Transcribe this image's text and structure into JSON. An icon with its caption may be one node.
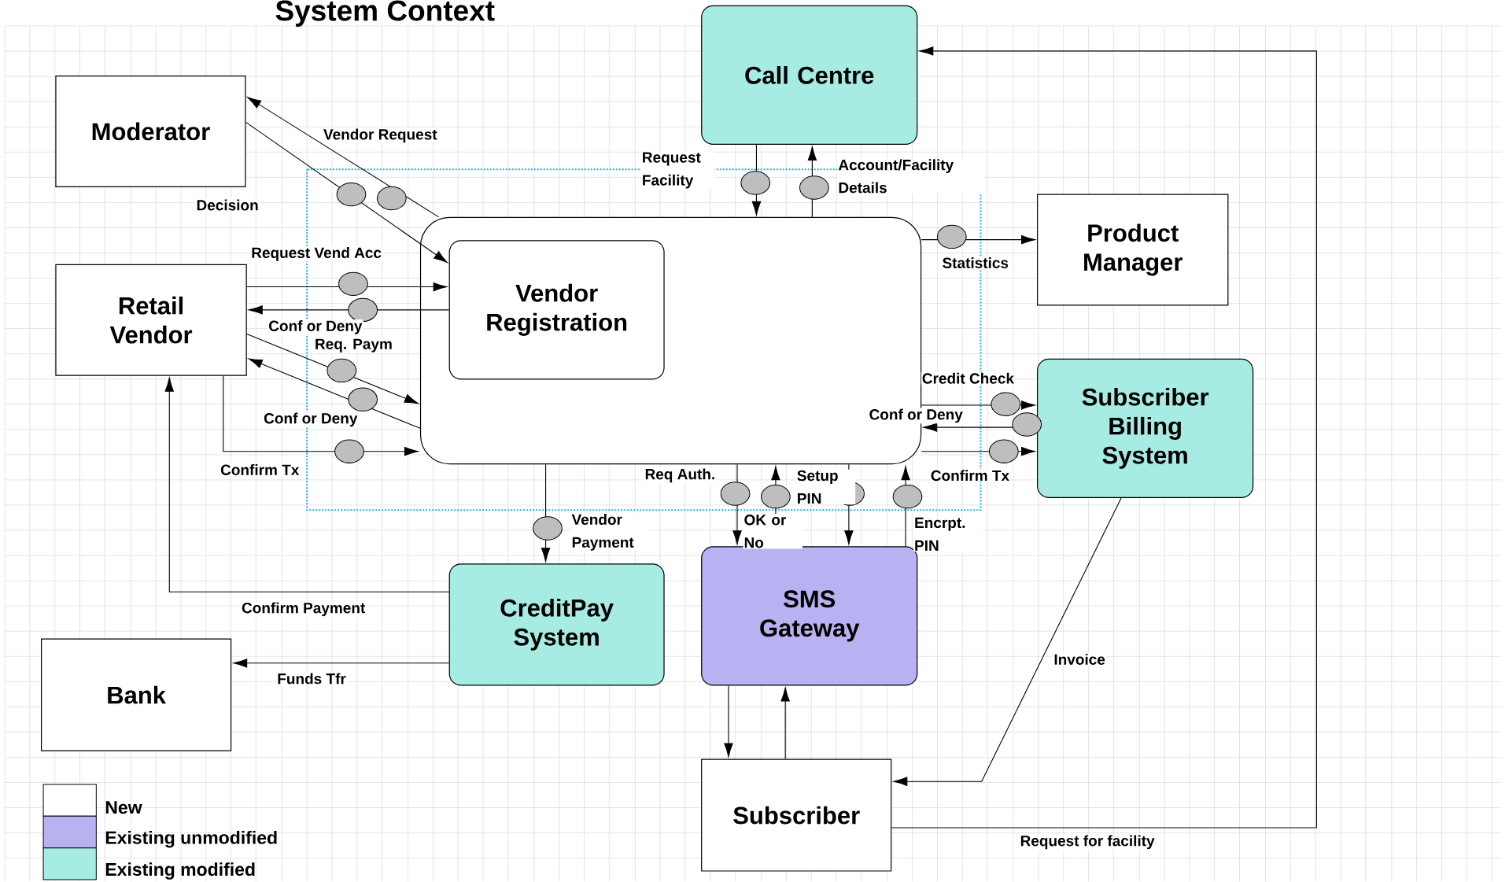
{
  "diagram": {
    "title": "System Context",
    "nodes": [
      {
        "text": [
          "Moderator"
        ]
      },
      {
        "text": [
          "Retail Vendor"
        ]
      },
      {
        "text": [
          "Bank"
        ]
      },
      {
        "text": [
          "Call Centre"
        ]
      },
      {
        "text": [],
        "shape": "box"
      },
      {
        "text": [
          "Vendor Registration"
        ],
        "in": 4
      },
      {
        "text": [
          "Product Manager"
        ]
      },
      {
        "text": [
          "Subscriber Billing System"
        ]
      },
      {
        "text": [
          "CreditPay System"
        ]
      },
      {
        "text": [
          "SMS Gateway"
        ]
      },
      {
        "text": [
          "Subscriber"
        ]
      }
    ],
    "edges": [
      {
        "from": 0,
        "to": 5,
        "arrow": "to",
        "label": "Decision"
      },
      {
        "from": 4,
        "to": 0,
        "arrow": "to",
        "label": "Vendor Request"
      },
      {
        "from": 1,
        "to": 5,
        "arrow": "to",
        "label": "Request Vend Acc"
      },
      {
        "from": 5,
        "to": 1,
        "arrow": "to",
        "label": "Conf or Deny"
      },
      {
        "from": 1,
        "to": 4,
        "arrow": "to",
        "label": "Req. Paym"
      },
      {
        "from": 4,
        "to": 1,
        "arrow": "to",
        "label": "Conf or Deny"
      },
      {
        "from": 1,
        "to": 4,
        "arrow": "to",
        "label": "Confirm Tx"
      },
      {
        "from": 3,
        "to": 4,
        "arrow": "to",
        "label": "Request Facility"
      },
      {
        "from": 4,
        "to": 3,
        "arrow": "to",
        "label": "Account/Facility Details"
      },
      {
        "from": 4,
        "to": 6,
        "arrow": "to",
        "label": "Statistics"
      },
      {
        "from": 4,
        "to": 7,
        "arrow": "to",
        "label": "Credit Check"
      },
      {
        "from": 7,
        "to": 4,
        "arrow": "to",
        "label": "Conf or Deny"
      },
      {
        "from": 4,
        "to": 7,
        "arrow": "to",
        "label": "Confirm Tx"
      },
      {
        "from": 4,
        "to": 8,
        "arrow": "to",
        "label": "Vendor Payment"
      },
      {
        "from": 4,
        "to": 9,
        "arrow": "to",
        "label": "Req Auth."
      },
      {
        "from": 9,
        "to": 4,
        "arrow": "to",
        "label": "OK or No"
      },
      {
        "from": 4,
        "to": 9,
        "arrow": "to",
        "label": "Setup PIN"
      },
      {
        "from": 9,
        "to": 4,
        "arrow": "to",
        "label": "Encrpt. PIN"
      },
      {
        "from": 8,
        "to": 1,
        "arrow": "to",
        "label": "Confirm Payment"
      },
      {
        "from": 8,
        "to": 2,
        "arrow": "to",
        "label": "Funds Tfr"
      },
      {
        "from": 9,
        "to": 10,
        "arrow": "to"
      },
      {
        "from": 10,
        "to": 9,
        "arrow": "to"
      },
      {
        "from": 7,
        "to": 10,
        "arrow": "to",
        "label": "Invoice"
      },
      {
        "from": 10,
        "to": 3,
        "arrow": "to",
        "label": "Request for facility"
      }
    ],
    "legend": [
      {
        "text": "New",
        "color": "#ffffff"
      },
      {
        "text": "Existing unmodified",
        "color": "#b9b2f2"
      },
      {
        "text": "Existing modified",
        "color": "#a6ece3"
      }
    ]
  }
}
